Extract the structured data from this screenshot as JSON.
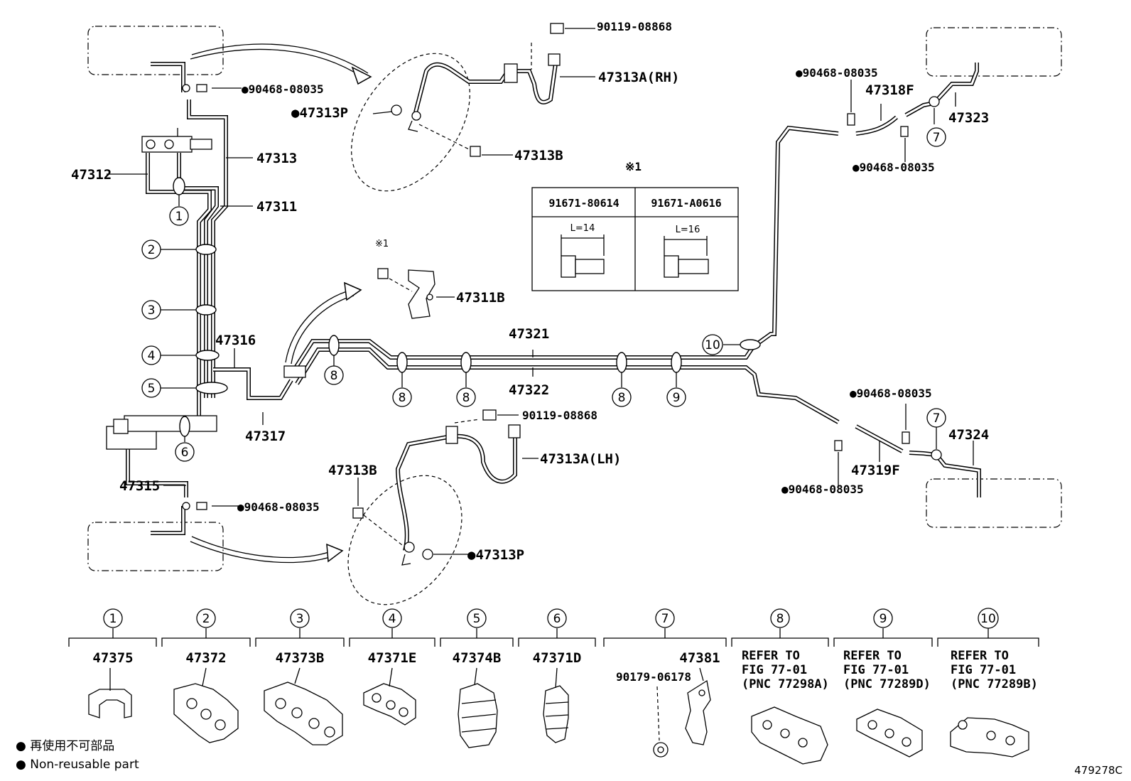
{
  "labels": {
    "p47312": "47312",
    "p47313": "47313",
    "p47311": "47311",
    "p47316": "47316",
    "p47317": "47317",
    "p47315": "47315",
    "p47313P_top": "●47313P",
    "p47313P_bot": "●47313P",
    "p47313B_top": "47313B",
    "p47313B_bot": "47313B",
    "p47313A_RH": "47313A(RH)",
    "p47313A_LH": "47313A(LH)",
    "p90119_top": "90119-08868",
    "p90119_bot": "90119-08868",
    "p90468_a": "●90468-08035",
    "p90468_b": "●90468-08035",
    "p90468_c": "●90468-08035",
    "p90468_d": "●90468-08035",
    "p90468_e": "●90468-08035",
    "p90468_f": "●90468-08035",
    "p47311B": "47311B",
    "p47321": "47321",
    "p47322": "47322",
    "p47318F": "47318F",
    "p47319F": "47319F",
    "p47323": "47323",
    "p47324": "47324",
    "note1_top": "※1",
    "note1_bolt": "※1"
  },
  "callouts": {
    "c1": "1",
    "c2": "2",
    "c3": "3",
    "c4": "4",
    "c5": "5",
    "c6": "6",
    "c7a": "7",
    "c7b": "7",
    "c8a": "8",
    "c8b": "8",
    "c8c": "8",
    "c8d": "8",
    "c9": "9",
    "c10": "10"
  },
  "bolt_table": {
    "col1_part": "91671-80614",
    "col2_part": "91671-A0616",
    "col1_len": "L=14",
    "col2_len": "L=16"
  },
  "bottom_parts": [
    {
      "num": "1",
      "part": "47375"
    },
    {
      "num": "2",
      "part": "47372"
    },
    {
      "num": "3",
      "part": "47373B"
    },
    {
      "num": "4",
      "part": "47371E"
    },
    {
      "num": "5",
      "part": "47374B"
    },
    {
      "num": "6",
      "part": "47371D"
    },
    {
      "num": "7",
      "part": "47381",
      "sub": "90179-06178"
    },
    {
      "num": "8",
      "ref1": "REFER TO",
      "ref2": "FIG 77-01",
      "ref3": "(PNC 77298A)"
    },
    {
      "num": "9",
      "ref1": "REFER TO",
      "ref2": "FIG 77-01",
      "ref3": "(PNC 77289D)"
    },
    {
      "num": "10",
      "ref1": "REFER TO",
      "ref2": "FIG 77-01",
      "ref3": "(PNC 77289B)"
    }
  ],
  "legend": {
    "line1": "● 再使用不可部品",
    "line2": "● Non-reusable part"
  },
  "figure_number": "479278C"
}
